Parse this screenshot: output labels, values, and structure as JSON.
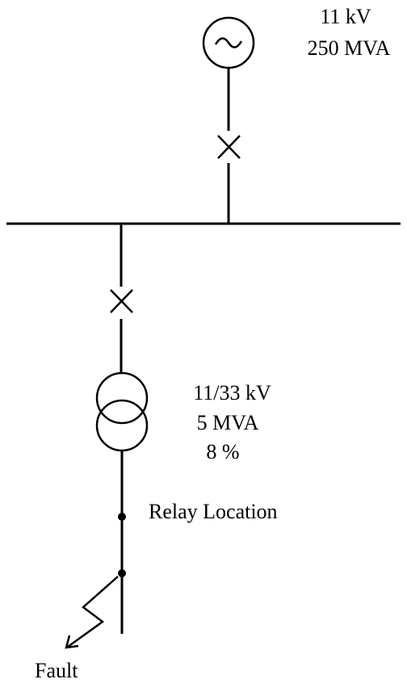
{
  "generator": {
    "voltage": "11 kV",
    "rating": "250 MVA"
  },
  "transformer": {
    "voltage_ratio": "11/33 kV",
    "rating": "5 MVA",
    "impedance": "8 %"
  },
  "relay": {
    "label": "Relay Location"
  },
  "fault": {
    "label": "Fault"
  }
}
